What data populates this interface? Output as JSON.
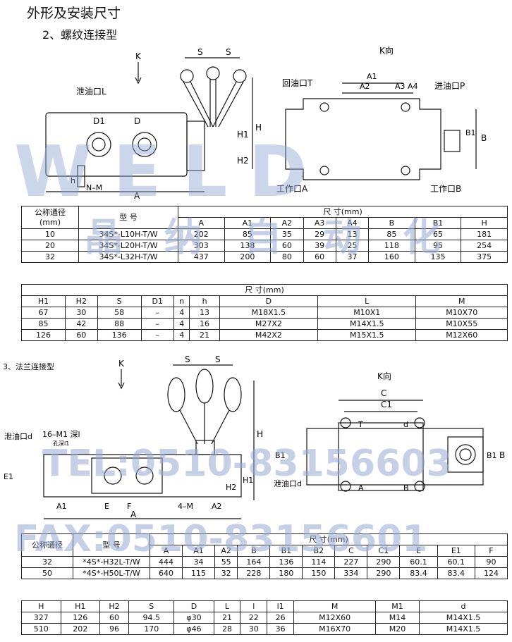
{
  "title": "外形及安装尺寸",
  "section2": "2、螺纹连接型",
  "section3": "3、法兰连接型",
  "drawing_labels": {
    "K": "K",
    "K_view": "K向",
    "S": "S",
    "drain_L": "泄油口L",
    "D1": "D1",
    "D": "D",
    "H": "H",
    "H1": "H1",
    "H2": "H2",
    "h": "h",
    "NM": "N–M",
    "A": "A",
    "A1": "A1",
    "A2": "A2",
    "A3": "A3",
    "A4": "A4",
    "B": "B",
    "B1": "B1",
    "return_T": "回油口T",
    "inlet_P": "进油口P",
    "work_A": "工作口A",
    "work_B": "工作口B",
    "drain_d": "泄油口d",
    "M1": "16–M1 深l",
    "hole_depth": "孔深l1",
    "E": "E",
    "E1": "E1",
    "F": "F",
    "4M": "4–M",
    "C": "C",
    "C1": "C1",
    "d": "d",
    "T": "T",
    "a": "A",
    "b": "B"
  },
  "watermarks": {
    "logo": "WELD",
    "company": "晶 纳 自 动 化",
    "tel": "TEL:0510-83156603",
    "fax": "FAX:0510-83156601"
  },
  "table1": {
    "h_nominal": "公称通径",
    "h_nominal_unit": "(mm)",
    "h_model": "型 号",
    "h_dim": "尺 寸(mm)",
    "cols": [
      "A",
      "A1",
      "A2",
      "A3",
      "A4",
      "B",
      "B1",
      "H"
    ],
    "rows": [
      [
        "10",
        "34S*-L10H-T/W",
        "202",
        "85",
        "35",
        "29",
        "13",
        "85",
        "65",
        "181"
      ],
      [
        "20",
        "34S*-L20H-T/W",
        "303",
        "138",
        "60",
        "39",
        "25",
        "118",
        "95",
        "254"
      ],
      [
        "32",
        "34S*-L32H-T/W",
        "437",
        "200",
        "80",
        "60",
        "37",
        "160",
        "135",
        "375"
      ]
    ]
  },
  "table2": {
    "h_dim": "尺 寸(mm)",
    "cols": [
      "H1",
      "H2",
      "S",
      "D1",
      "n",
      "h",
      "D",
      "L",
      "M"
    ],
    "rows": [
      [
        "67",
        "30",
        "58",
        "–",
        "4",
        "13",
        "M18X1.5",
        "M10X1",
        "M10X70"
      ],
      [
        "85",
        "42",
        "88",
        "–",
        "4",
        "16",
        "M27X2",
        "M14X1.5",
        "M10X55"
      ],
      [
        "126",
        "60",
        "136",
        "–",
        "4",
        "21",
        "M42X2",
        "M15X1.5",
        "M12X60"
      ]
    ]
  },
  "table3": {
    "h_nominal": "公称通径",
    "h_nominal_unit": "(mm)",
    "h_model": "型 号",
    "h_dim": "尺 寸(mm)",
    "cols": [
      "A",
      "A1",
      "A2",
      "B",
      "B1",
      "B2",
      "C",
      "C1",
      "E",
      "E1",
      "F"
    ],
    "rows": [
      [
        "32",
        "*4S*-H32L-T/W",
        "444",
        "34",
        "55",
        "164",
        "136",
        "114",
        "227",
        "290",
        "60.1",
        "60.1",
        "90"
      ],
      [
        "50",
        "*4S*-H50L-T/W",
        "640",
        "115",
        "32",
        "228",
        "180",
        "150",
        "334",
        "290",
        "83.4",
        "83.4",
        "124"
      ]
    ]
  },
  "table4": {
    "cols": [
      "H",
      "H1",
      "H2",
      "S",
      "D",
      "L",
      "l",
      "l1",
      "M",
      "M1",
      "d"
    ],
    "rows": [
      [
        "327",
        "126",
        "60",
        "94.5",
        "φ30",
        "21",
        "22",
        "26",
        "M12X60",
        "M14",
        "M14X1.5"
      ],
      [
        "510",
        "202",
        "96",
        "170",
        "φ46",
        "28",
        "30",
        "36",
        "M16X70",
        "M20",
        "M14X1.5"
      ]
    ]
  }
}
